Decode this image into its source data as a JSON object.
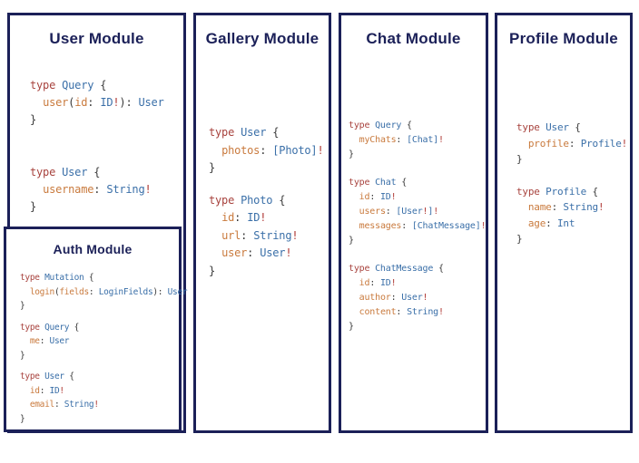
{
  "colors": {
    "navy_border": "#1b2058",
    "title_text": "#1b2058",
    "kw": "#a8433e",
    "typ": "#3a6fa8",
    "fld": "#c97a3d",
    "pun": "#3a3a3a",
    "bang": "#b03a36"
  },
  "panels": [
    {
      "key": "user",
      "title": "User Module",
      "blocks": [
        [
          [
            [
              "kw",
              "type "
            ],
            [
              "typ",
              "Query "
            ],
            [
              "pun",
              "{"
            ]
          ],
          [
            [
              "pun",
              "  "
            ],
            [
              "fld",
              "user"
            ],
            [
              "pun",
              "("
            ],
            [
              "fld",
              "id"
            ],
            [
              "pun",
              ": "
            ],
            [
              "typ",
              "ID"
            ],
            [
              "bang",
              "!"
            ],
            [
              "pun",
              "): "
            ],
            [
              "typ",
              "User"
            ]
          ],
          [
            [
              "pun",
              "}"
            ]
          ]
        ],
        [
          [
            [
              "kw",
              "type "
            ],
            [
              "typ",
              "User "
            ],
            [
              "pun",
              "{"
            ]
          ],
          [
            [
              "pun",
              "  "
            ],
            [
              "fld",
              "username"
            ],
            [
              "pun",
              ": "
            ],
            [
              "typ",
              "String"
            ],
            [
              "bang",
              "!"
            ]
          ],
          [
            [
              "pun",
              "}"
            ]
          ]
        ]
      ]
    },
    {
      "key": "auth",
      "title": "Auth Module",
      "blocks": [
        [
          [
            [
              "kw",
              "type "
            ],
            [
              "typ",
              "Mutation "
            ],
            [
              "pun",
              "{"
            ]
          ],
          [
            [
              "pun",
              "  "
            ],
            [
              "fld",
              "login"
            ],
            [
              "pun",
              "("
            ],
            [
              "fld",
              "fields"
            ],
            [
              "pun",
              ": "
            ],
            [
              "typ",
              "LoginFields"
            ],
            [
              "pun",
              "): "
            ],
            [
              "typ",
              "User"
            ]
          ],
          [
            [
              "pun",
              "}"
            ]
          ]
        ],
        [
          [
            [
              "kw",
              "type "
            ],
            [
              "typ",
              "Query "
            ],
            [
              "pun",
              "{"
            ]
          ],
          [
            [
              "pun",
              "  "
            ],
            [
              "fld",
              "me"
            ],
            [
              "pun",
              ": "
            ],
            [
              "typ",
              "User"
            ]
          ],
          [
            [
              "pun",
              "}"
            ]
          ]
        ],
        [
          [
            [
              "kw",
              "type "
            ],
            [
              "typ",
              "User "
            ],
            [
              "pun",
              "{"
            ]
          ],
          [
            [
              "pun",
              "  "
            ],
            [
              "fld",
              "id"
            ],
            [
              "pun",
              ": "
            ],
            [
              "typ",
              "ID"
            ],
            [
              "bang",
              "!"
            ]
          ],
          [
            [
              "pun",
              "  "
            ],
            [
              "fld",
              "email"
            ],
            [
              "pun",
              ": "
            ],
            [
              "typ",
              "String"
            ],
            [
              "bang",
              "!"
            ]
          ],
          [
            [
              "pun",
              "}"
            ]
          ]
        ]
      ]
    },
    {
      "key": "gallery",
      "title": "Gallery Module",
      "blocks": [
        [
          [
            [
              "kw",
              "type "
            ],
            [
              "typ",
              "User "
            ],
            [
              "pun",
              "{"
            ]
          ],
          [
            [
              "pun",
              "  "
            ],
            [
              "fld",
              "photos"
            ],
            [
              "pun",
              ": "
            ],
            [
              "typ",
              "[Photo]"
            ],
            [
              "bang",
              "!"
            ]
          ],
          [
            [
              "pun",
              "}"
            ]
          ]
        ],
        [
          [
            [
              "kw",
              "type "
            ],
            [
              "typ",
              "Photo "
            ],
            [
              "pun",
              "{"
            ]
          ],
          [
            [
              "pun",
              "  "
            ],
            [
              "fld",
              "id"
            ],
            [
              "pun",
              ": "
            ],
            [
              "typ",
              "ID"
            ],
            [
              "bang",
              "!"
            ]
          ],
          [
            [
              "pun",
              "  "
            ],
            [
              "fld",
              "url"
            ],
            [
              "pun",
              ": "
            ],
            [
              "typ",
              "String"
            ],
            [
              "bang",
              "!"
            ]
          ],
          [
            [
              "pun",
              "  "
            ],
            [
              "fld",
              "user"
            ],
            [
              "pun",
              ": "
            ],
            [
              "typ",
              "User"
            ],
            [
              "bang",
              "!"
            ]
          ],
          [
            [
              "pun",
              "}"
            ]
          ]
        ]
      ]
    },
    {
      "key": "chat",
      "title": "Chat Module",
      "blocks": [
        [
          [
            [
              "kw",
              "type "
            ],
            [
              "typ",
              "Query "
            ],
            [
              "pun",
              "{"
            ]
          ],
          [
            [
              "pun",
              "  "
            ],
            [
              "fld",
              "myChats"
            ],
            [
              "pun",
              ": "
            ],
            [
              "typ",
              "[Chat]"
            ],
            [
              "bang",
              "!"
            ]
          ],
          [
            [
              "pun",
              "}"
            ]
          ]
        ],
        [
          [
            [
              "kw",
              "type "
            ],
            [
              "typ",
              "Chat "
            ],
            [
              "pun",
              "{"
            ]
          ],
          [
            [
              "pun",
              "  "
            ],
            [
              "fld",
              "id"
            ],
            [
              "pun",
              ": "
            ],
            [
              "typ",
              "ID"
            ],
            [
              "bang",
              "!"
            ]
          ],
          [
            [
              "pun",
              "  "
            ],
            [
              "fld",
              "users"
            ],
            [
              "pun",
              ": "
            ],
            [
              "typ",
              "[User"
            ],
            [
              "bang",
              "!"
            ],
            [
              "typ",
              "]"
            ],
            [
              "bang",
              "!"
            ]
          ],
          [
            [
              "pun",
              "  "
            ],
            [
              "fld",
              "messages"
            ],
            [
              "pun",
              ": "
            ],
            [
              "typ",
              "[ChatMessage]"
            ],
            [
              "bang",
              "!"
            ]
          ],
          [
            [
              "pun",
              "}"
            ]
          ]
        ],
        [
          [
            [
              "kw",
              "type "
            ],
            [
              "typ",
              "ChatMessage "
            ],
            [
              "pun",
              "{"
            ]
          ],
          [
            [
              "pun",
              "  "
            ],
            [
              "fld",
              "id"
            ],
            [
              "pun",
              ": "
            ],
            [
              "typ",
              "ID"
            ],
            [
              "bang",
              "!"
            ]
          ],
          [
            [
              "pun",
              "  "
            ],
            [
              "fld",
              "author"
            ],
            [
              "pun",
              ": "
            ],
            [
              "typ",
              "User"
            ],
            [
              "bang",
              "!"
            ]
          ],
          [
            [
              "pun",
              "  "
            ],
            [
              "fld",
              "content"
            ],
            [
              "pun",
              ": "
            ],
            [
              "typ",
              "String"
            ],
            [
              "bang",
              "!"
            ]
          ],
          [
            [
              "pun",
              "}"
            ]
          ]
        ]
      ]
    },
    {
      "key": "profile",
      "title": "Profile Module",
      "blocks": [
        [
          [
            [
              "kw",
              "type "
            ],
            [
              "typ",
              "User "
            ],
            [
              "pun",
              "{"
            ]
          ],
          [
            [
              "pun",
              "  "
            ],
            [
              "fld",
              "profile"
            ],
            [
              "pun",
              ": "
            ],
            [
              "typ",
              "Profile"
            ],
            [
              "bang",
              "!"
            ]
          ],
          [
            [
              "pun",
              "}"
            ]
          ]
        ],
        [
          [
            [
              "kw",
              "type "
            ],
            [
              "typ",
              "Profile "
            ],
            [
              "pun",
              "{"
            ]
          ],
          [
            [
              "pun",
              "  "
            ],
            [
              "fld",
              "name"
            ],
            [
              "pun",
              ": "
            ],
            [
              "typ",
              "String"
            ],
            [
              "bang",
              "!"
            ]
          ],
          [
            [
              "pun",
              "  "
            ],
            [
              "fld",
              "age"
            ],
            [
              "pun",
              ": "
            ],
            [
              "typ",
              "Int"
            ]
          ],
          [
            [
              "pun",
              "}"
            ]
          ]
        ]
      ]
    }
  ]
}
